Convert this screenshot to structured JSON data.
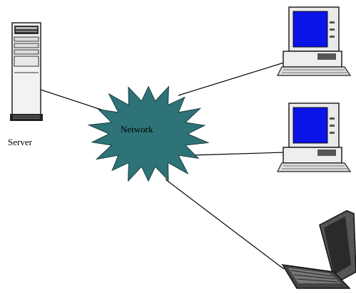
{
  "diagram": {
    "server_label": "Server",
    "network_label": "Network",
    "colors": {
      "network_fill": "#2E7377",
      "screen": "#0A14E6",
      "line": "#000000",
      "device_light": "#E8E8E8",
      "device_mid": "#C8C8C8",
      "device_dark": "#303030"
    },
    "nodes": [
      {
        "name": "server-icon"
      },
      {
        "name": "network-cloud"
      },
      {
        "name": "desktop-computer-icon"
      },
      {
        "name": "desktop-computer-icon"
      },
      {
        "name": "laptop-icon"
      }
    ]
  }
}
